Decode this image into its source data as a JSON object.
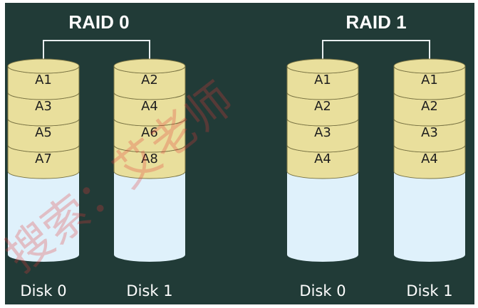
{
  "colors": {
    "background": "#213b37",
    "frame": "#ffffff",
    "block_fill": "#e9df9c",
    "block_edge": "#7a7444",
    "disk_fill": "#dff1fb",
    "connector": "#e8eef0",
    "text_light": "#ffffff",
    "text_dark": "#1e1e1e",
    "watermark": "#e23a3a"
  },
  "groups": [
    {
      "title": "RAID 0",
      "disks": [
        {
          "label": "Disk 0",
          "blocks": [
            "A1",
            "A3",
            "A5",
            "A7"
          ]
        },
        {
          "label": "Disk 1",
          "blocks": [
            "A2",
            "A4",
            "A6",
            "A8"
          ]
        }
      ]
    },
    {
      "title": "RAID 1",
      "disks": [
        {
          "label": "Disk 0",
          "blocks": [
            "A1",
            "A2",
            "A3",
            "A4"
          ]
        },
        {
          "label": "Disk 1",
          "blocks": [
            "A1",
            "A2",
            "A3",
            "A4"
          ]
        }
      ]
    }
  ],
  "watermark": {
    "text": "搜索：艾老师"
  }
}
